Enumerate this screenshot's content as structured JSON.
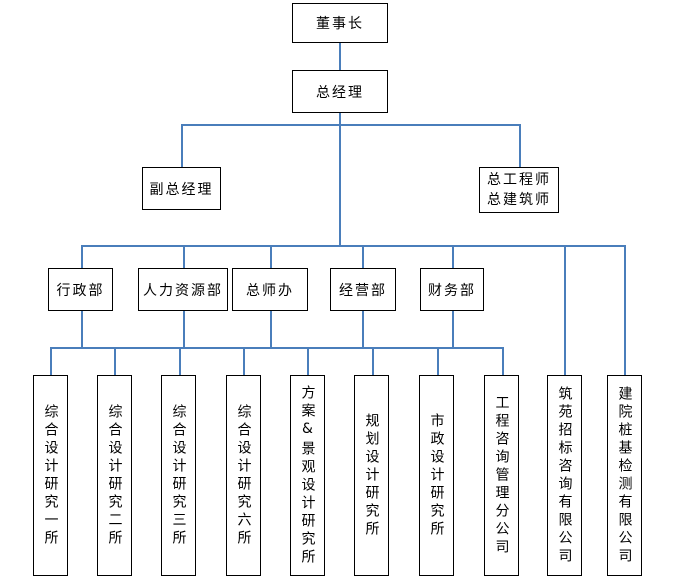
{
  "diagram": {
    "type": "org-chart",
    "colors": {
      "line": "#4A7EBB",
      "box_border": "#000000",
      "background": "#FFFFFF",
      "text": "#000000"
    }
  },
  "nodes": {
    "chairman": "董事长",
    "general_manager": "总经理",
    "deputy_general_manager": "副总经理",
    "chief_engineer": "总工程师",
    "chief_architect": "总建筑师",
    "departments": [
      "行政部",
      "人力资源部",
      "总师办",
      "经营部",
      "财务部"
    ],
    "subsidiaries": [
      "综合设计研究一所",
      "综合设计研究二所",
      "综合设计研究三所",
      "综合设计研究六所",
      "方案&景观设计研究所",
      "规划设计研究所",
      "市政设计研究所",
      "工程咨询管理分公司",
      "筑苑招标咨询有限公司",
      "建院桩基检测有限公司"
    ]
  }
}
